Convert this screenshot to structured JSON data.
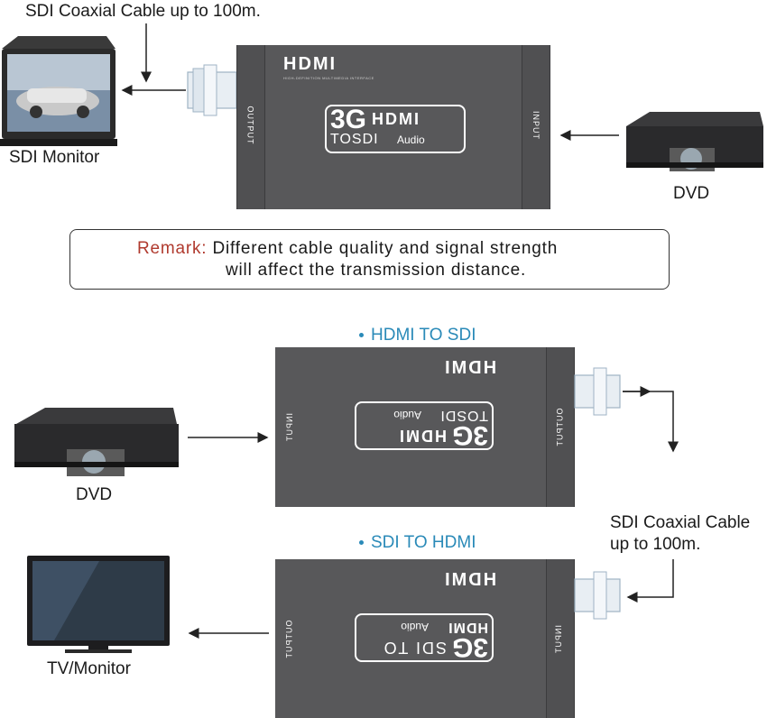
{
  "top": {
    "cable_label": "SDI Coaxial Cable up to 100m.",
    "monitor_label": "SDI Monitor",
    "dvd_label": "DVD",
    "device": {
      "brand": "HDMI",
      "brand_sub": "HIGH-DEFINITION MULTIMEDIA INTERFACE",
      "product_line1": "3G",
      "product_line1b": "HDMI",
      "product_line2": "TOSDI",
      "product_line2b": "Audio",
      "output_label": "OUTPUT",
      "input_label": "INPUT"
    }
  },
  "remark": {
    "label": "Remark:",
    "line1": "Different cable quality and signal strength",
    "line2": "will affect the transmission distance."
  },
  "bottom": {
    "hdmi_to_sdi_label": "HDMI TO SDI",
    "sdi_to_hdmi_label": "SDI TO HDMI",
    "dvd_label": "DVD",
    "cable_label_line1": "SDI Coaxial Cable",
    "cable_label_line2": "up to 100m.",
    "tv_label": "TV/Monitor",
    "device1": {
      "input_label": "INPUT",
      "output_label": "OUTPUT"
    },
    "device2": {
      "output_label": "OUTPUT",
      "input_label": "INPUT"
    }
  },
  "colors": {
    "device": "#58585a",
    "remark_label": "#b03a2e",
    "section_label": "#2a8ab8"
  },
  "icons": [
    "sdi-monitor-icon",
    "dvd-player-icon",
    "bnc-connector-icon",
    "tv-icon",
    "arrow-icon"
  ]
}
